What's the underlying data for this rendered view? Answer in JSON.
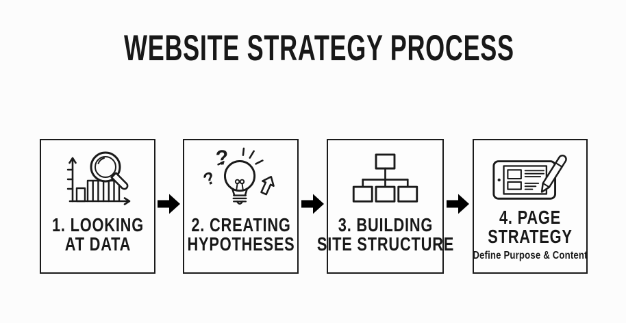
{
  "title": "WEBSITE STRATEGY PROCESS",
  "steps": [
    {
      "label_line1": "1. LOOKING",
      "label_line2": "AT DATA",
      "icon": "bar-chart-magnifier"
    },
    {
      "label_line1": "2. CREATING",
      "label_line2": "HYPOTHESES",
      "icon": "lightbulb-questions"
    },
    {
      "label_line1": "3. BUILDING",
      "label_line2": "SITE STRUCTURE",
      "icon": "sitemap"
    },
    {
      "label_line1": "4. PAGE",
      "label_line2": "STRATEGY",
      "icon": "tablet-pencil",
      "sublabel": "Define Purpose & Content"
    }
  ],
  "icon_glyphs": {
    "question_mark": "?"
  },
  "colors": {
    "background": "#fcfcfc",
    "ink": "#1a1a1a",
    "box_fill": "#fdfdfd",
    "arrow": "#000000"
  }
}
